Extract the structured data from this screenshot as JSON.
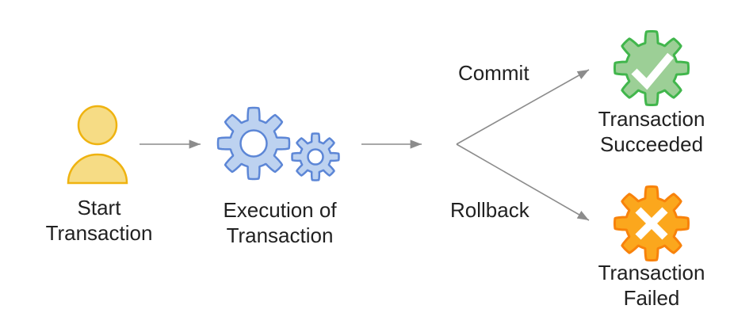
{
  "diagram": {
    "nodes": {
      "start": {
        "label": "Start\nTransaction",
        "icon": "person-icon"
      },
      "execution": {
        "label": "Execution of\nTransaction",
        "icon": "gears-icon"
      },
      "succeeded": {
        "label": "Transaction\nSucceeded",
        "icon": "success-gear-check-icon"
      },
      "failed": {
        "label": "Transaction\nFailed",
        "icon": "failed-gear-x-icon"
      }
    },
    "edges": {
      "commit_label": "Commit",
      "rollback_label": "Rollback"
    },
    "colors": {
      "person_fill": "#F6DC85",
      "person_stroke": "#EFB310",
      "gear_fill": "#BDD2F0",
      "gear_stroke": "#5C86D6",
      "success_fill": "#9CCF96",
      "success_stroke": "#41B64C",
      "fail_fill": "#FBA71D",
      "fail_stroke": "#F8820B",
      "arrow": "#8C8C8C",
      "text": "#212121",
      "background": "#FFFFFF"
    }
  }
}
